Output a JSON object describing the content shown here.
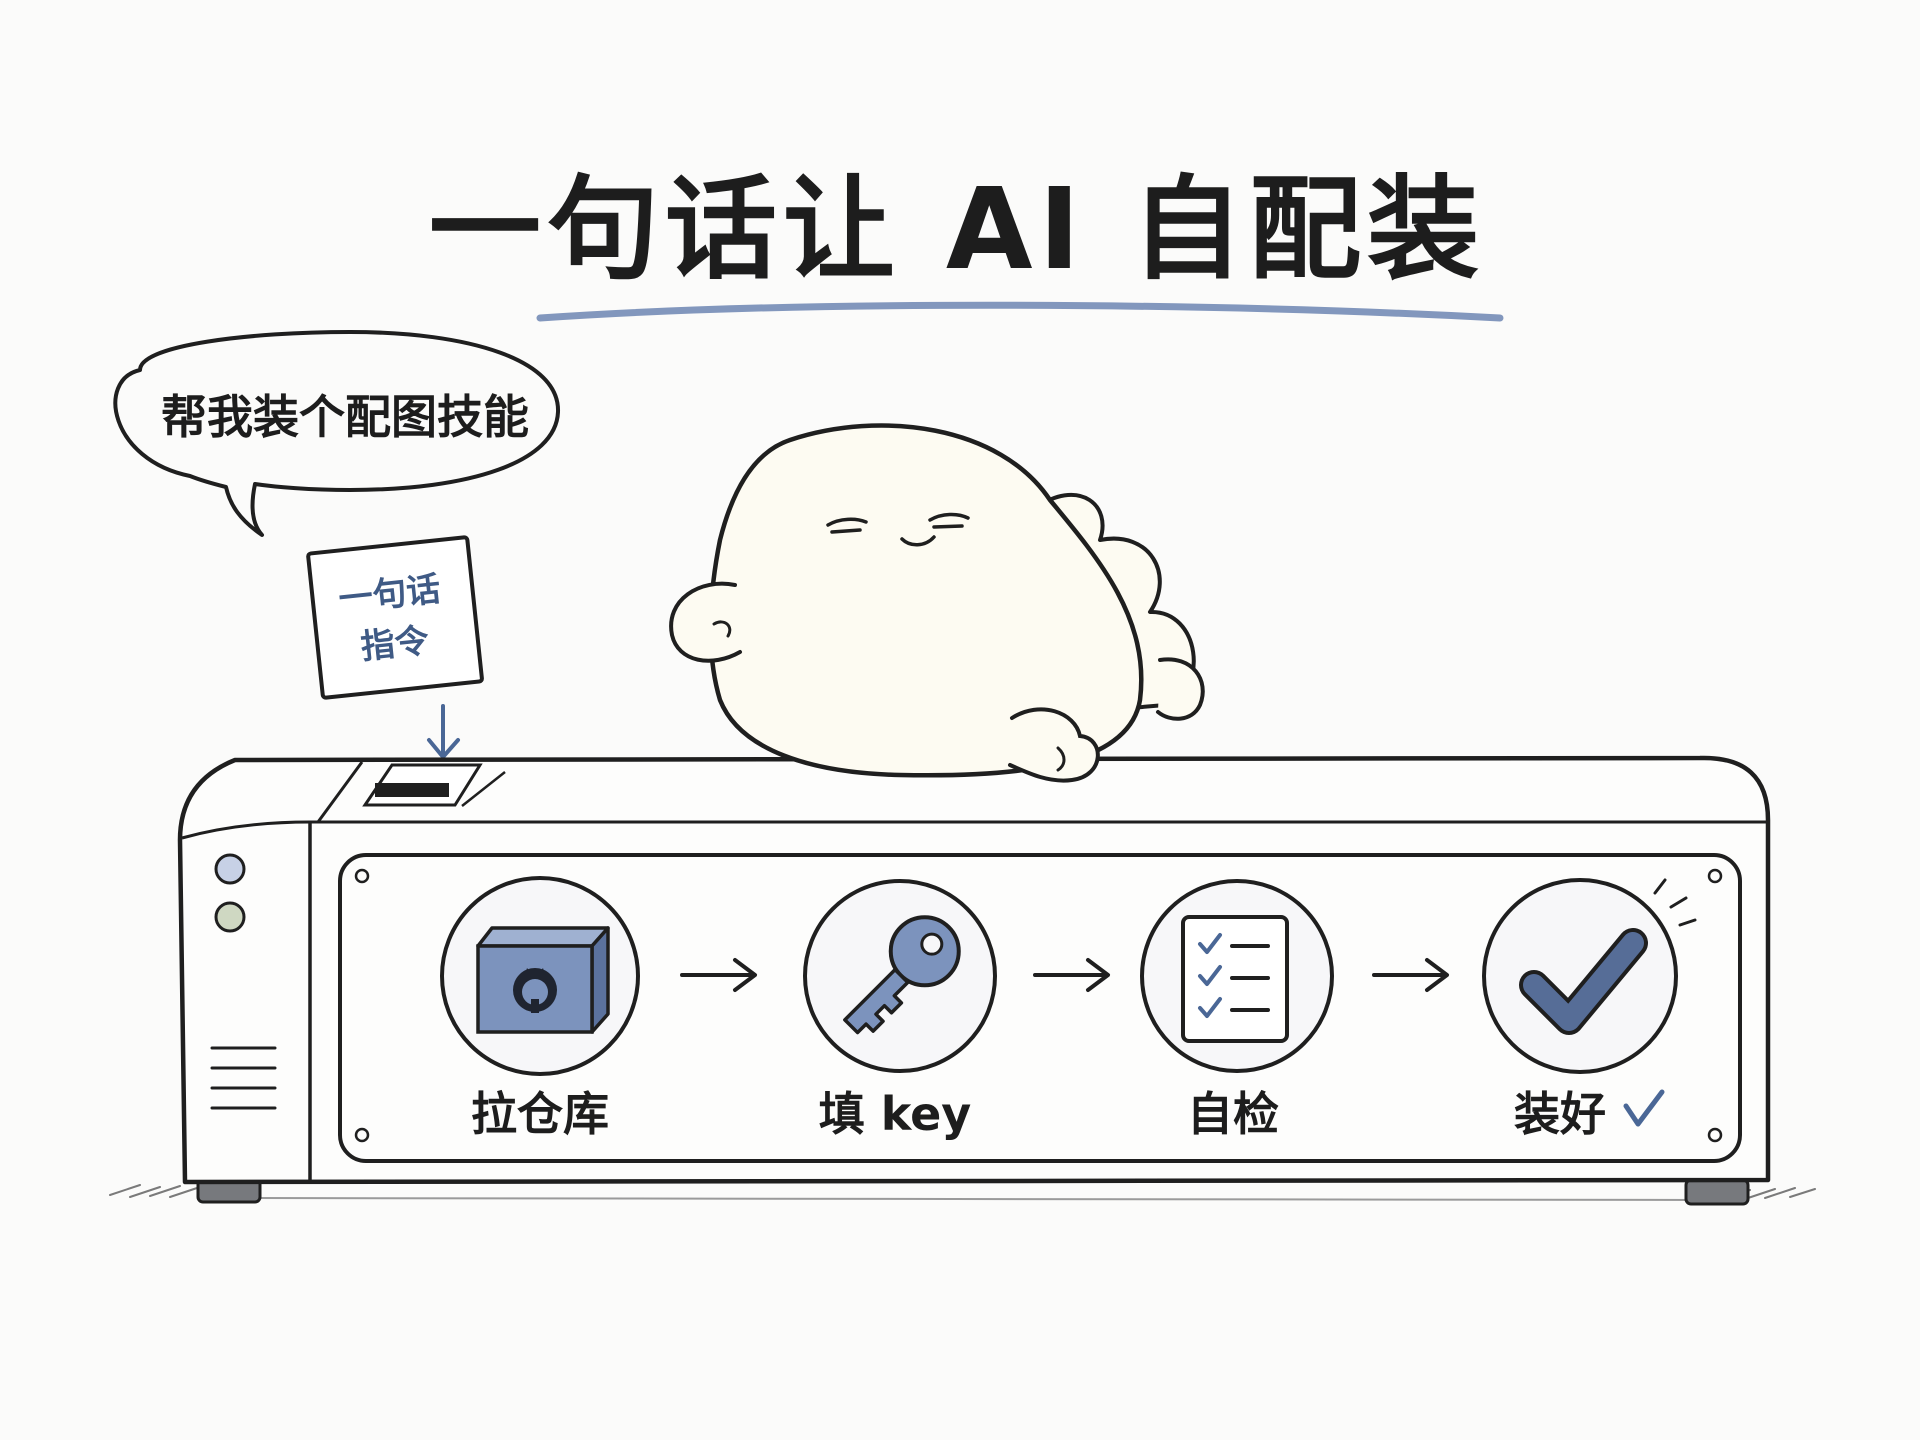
{
  "title": "一句话让 AI 自配装",
  "speech_bubble": {
    "text": "帮我装个配图技能"
  },
  "command_card": {
    "line1": "一句话",
    "line2": "指令"
  },
  "steps": [
    {
      "label": "拉仓库",
      "icon": "github-box-icon"
    },
    {
      "label": "填 key",
      "icon": "key-icon"
    },
    {
      "label": "自检",
      "icon": "checklist-icon"
    },
    {
      "label": "装好",
      "icon": "checkmark-icon",
      "suffix_icon": "small-checkmark-icon"
    }
  ],
  "colors": {
    "accent_blue": "#4a6796",
    "icon_fill": "#7c93bd",
    "underline": "#8297bd",
    "mascot_body": "#fdfbf2",
    "light_blue": "#c7d1e6",
    "light_green": "#cfd8c2",
    "background": "#fbfbfa"
  }
}
